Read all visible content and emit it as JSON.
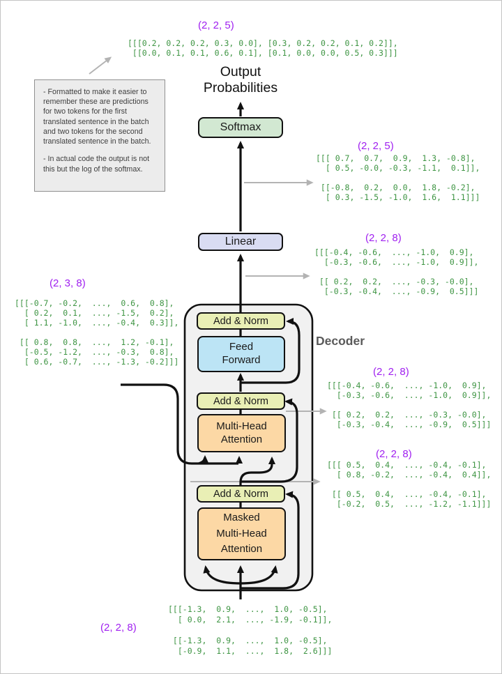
{
  "note": {
    "para1": "- Formatted to make it easier to remember these are predictions for two tokens for the first translated sentence in the batch and two tokens for the second translated sentence in the batch.",
    "para2": "- In actual code the output is not this but the log of the softmax."
  },
  "flow": {
    "output_title_line1": "Output",
    "output_title_line2": "Probabilities",
    "softmax": "Softmax",
    "linear": "Linear",
    "decoder": "Decoder",
    "add_norm": "Add & Norm",
    "feed_forward_line1": "Feed",
    "feed_forward_line2": "Forward",
    "mha_line1": "Multi-Head",
    "mha_line2": "Attention",
    "mmha_line1": "Masked",
    "mmha_line2": "Multi-Head",
    "mmha_line3": "Attention"
  },
  "tensors": {
    "output_probs": {
      "shape": "(2, 2, 5)",
      "lines": [
        "[[[0.2, 0.2, 0.2, 0.3, 0.0], [0.3, 0.2, 0.2, 0.1, 0.2]],",
        " [[0.0, 0.1, 0.1, 0.6, 0.1], [0.1, 0.0, 0.0, 0.5, 0.3]]]"
      ]
    },
    "softmax_input": {
      "shape": "(2, 2, 5)",
      "lines": [
        "[[[ 0.7,  0.7,  0.9,  1.3, -0.8],",
        "  [ 0.5, -0.0, -0.3, -1.1,  0.1]],",
        "",
        " [[-0.8,  0.2,  0.0,  1.8, -0.2],",
        "  [ 0.3, -1.5, -1.0,  1.6,  1.1]]]"
      ]
    },
    "linear_input": {
      "shape": "(2, 2, 8)",
      "lines": [
        "[[[-0.4, -0.6,  ..., -1.0,  0.9],",
        "  [-0.3, -0.6,  ..., -1.0,  0.9]],",
        "",
        " [[ 0.2,  0.2,  ..., -0.3, -0.0],",
        "  [-0.3, -0.4,  ..., -0.9,  0.5]]]"
      ]
    },
    "encoder_output": {
      "shape": "(2, 3, 8)",
      "lines": [
        "[[[-0.7, -0.2,  ...,  0.6,  0.8],",
        "  [ 0.2,  0.1,  ..., -1.5,  0.2],",
        "  [ 1.1, -1.0,  ..., -0.4,  0.3]],",
        "",
        " [[ 0.8,  0.8,  ...,  1.2, -0.1],",
        "  [-0.5, -1.2,  ..., -0.3,  0.8],",
        "  [ 0.6, -0.7,  ..., -1.3, -0.2]]]"
      ]
    },
    "addnorm_output": {
      "shape": "(2, 2, 8)",
      "lines": [
        "[[[-0.4, -0.6,  ..., -1.0,  0.9],",
        "  [-0.3, -0.6,  ..., -1.0,  0.9]],",
        "",
        " [[ 0.2,  0.2,  ..., -0.3, -0.0],",
        "  [-0.3, -0.4,  ..., -0.9,  0.5]]]"
      ]
    },
    "attention_query_input": {
      "shape": "(2, 2, 8)",
      "lines": [
        "[[[ 0.5,  0.4,  ..., -0.4, -0.1],",
        "  [ 0.8, -0.2,  ..., -0.4,  0.4]],",
        "",
        " [[ 0.5,  0.4,  ..., -0.4, -0.1],",
        "  [-0.2,  0.5,  ..., -1.2, -1.1]]]"
      ]
    },
    "decoder_input": {
      "shape": "(2, 2, 8)",
      "lines": [
        "[[[-1.3,  0.9,  ...,  1.0, -0.5],",
        "  [ 0.0,  2.1,  ..., -1.9, -0.1]],",
        "",
        " [[-1.3,  0.9,  ...,  1.0, -0.5],",
        "  [-0.9,  1.1,  ...,  1.8,  2.6]]]"
      ]
    }
  },
  "colors": {
    "shape_label_purple": "#a020f0",
    "matrix_green": "#3d9442",
    "softmax_fill": "#d2e8d2",
    "linear_fill": "#d9dcf2",
    "add_norm_fill": "#e9efb5",
    "feed_forward_fill": "#bce4f5",
    "attention_fill": "#fcd8a5",
    "decoder_fill": "#f1f1f1"
  }
}
